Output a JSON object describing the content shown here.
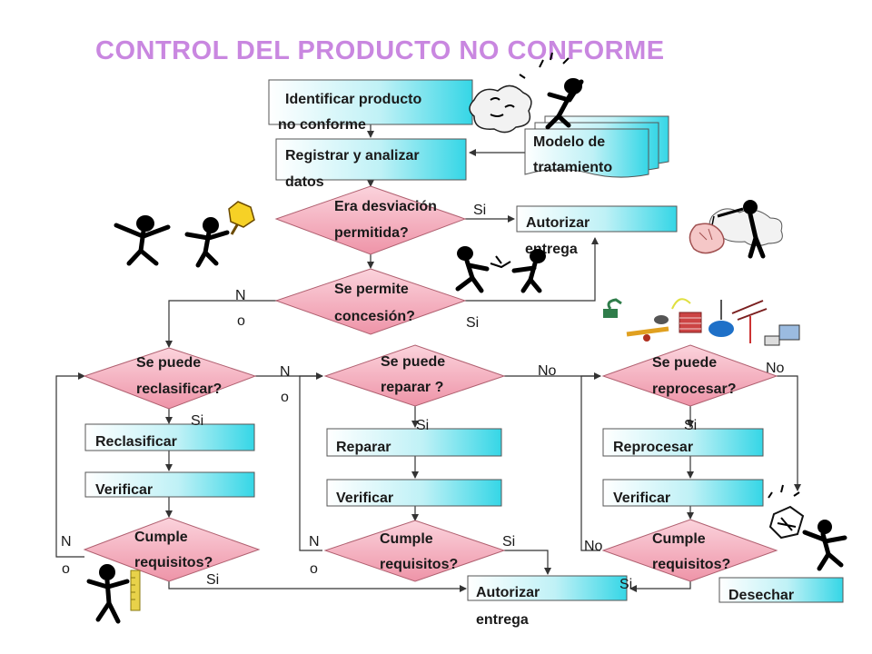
{
  "title": "CONTROL DEL PRODUCTO NO CONFORME",
  "colors": {
    "title": "#c987e0",
    "box_fill_start": "#ffffff",
    "box_fill_end": "#35d6e6",
    "diamond_fill": "#f4a6b6"
  },
  "boxes": {
    "identificar": [
      "Identificar producto",
      "no conforme"
    ],
    "registrar": [
      "Registrar y analizar",
      "datos"
    ],
    "modelo": [
      "Modelo de",
      "tratamiento"
    ],
    "autorizar_top": [
      "Autorizar",
      "entrega"
    ],
    "reclasificar": "Reclasificar",
    "verificar_1": "Verificar",
    "reparar": "Reparar",
    "verificar_2": "Verificar",
    "reprocesar": "Reprocesar",
    "verificar_3": "Verificar",
    "autorizar_bottom": [
      "Autorizar",
      "entrega"
    ],
    "desechar": "Desechar"
  },
  "decisions": {
    "desviacion": [
      "Era desviación",
      "permitida?"
    ],
    "concesion": [
      "Se permite",
      "concesión?"
    ],
    "reclasificar": [
      "Se puede",
      "reclasificar?"
    ],
    "reparar": [
      "Se puede",
      "reparar ?"
    ],
    "reprocesar": [
      "Se puede",
      "reprocesar?"
    ],
    "cumple_1": [
      "Cumple",
      "requisitos?"
    ],
    "cumple_2": [
      "Cumple",
      "requisitos?"
    ],
    "cumple_3": [
      "Cumple",
      "requisitos?"
    ]
  },
  "answers": {
    "si": "Si",
    "no": "No",
    "n": "N",
    "o": "o"
  }
}
